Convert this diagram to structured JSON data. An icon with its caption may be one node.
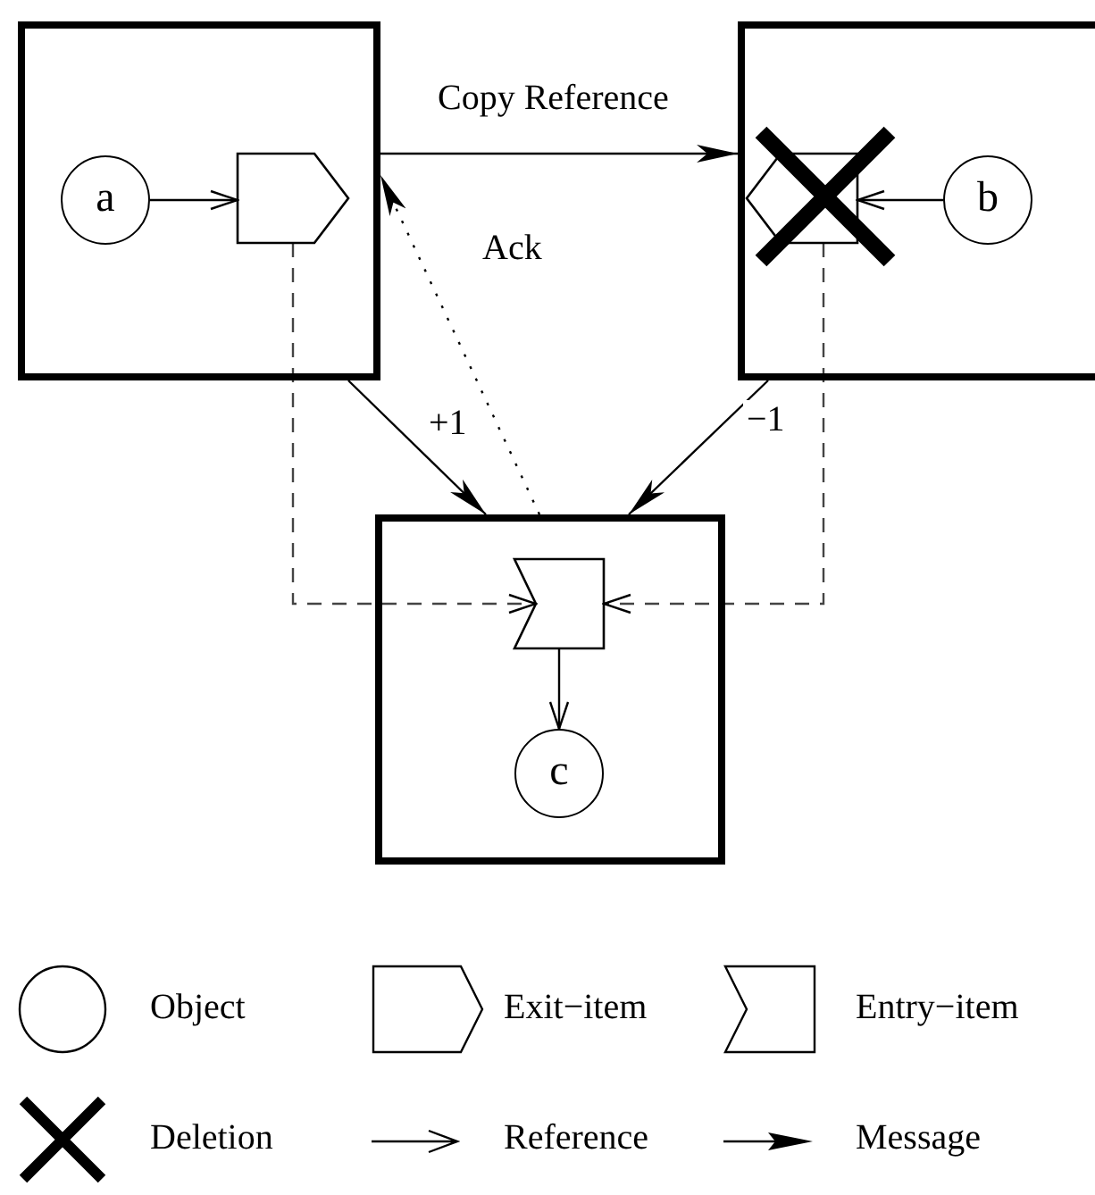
{
  "diagram": {
    "nodes": [
      {
        "text": [],
        "shape": "box"
      },
      {
        "text": [
          "a"
        ],
        "in": 0
      },
      {
        "text": [],
        "shape": "pentagon",
        "in": 0
      },
      {
        "text": [],
        "shape": "box"
      },
      {
        "text": [],
        "shape": "pentagon",
        "in": 3
      },
      {
        "text": [
          "b"
        ],
        "in": 3
      },
      {
        "text": [],
        "shape": "box"
      },
      {
        "text": [],
        "shape": "chevron",
        "in": 6
      },
      {
        "text": [
          "c"
        ],
        "in": 6
      }
    ],
    "edges": [
      {
        "from": 1,
        "to": 2,
        "arrow": "to"
      },
      {
        "from": 5,
        "to": 4,
        "arrow": "to"
      },
      {
        "from": 0,
        "to": 3,
        "arrow": "to",
        "label": "Copy Reference"
      },
      {
        "from": 6,
        "to": 0,
        "arrow": "to",
        "label": "Ack",
        "style": "dashed"
      },
      {
        "from": 0,
        "to": 6,
        "arrow": "to",
        "label": "+1"
      },
      {
        "from": 3,
        "to": 6,
        "arrow": "to",
        "label": "−1"
      },
      {
        "from": 2,
        "to": 7,
        "arrow": "to",
        "style": "dashed"
      },
      {
        "from": 4,
        "to": 7,
        "arrow": "to",
        "style": "dashed"
      },
      {
        "from": 7,
        "to": 8,
        "arrow": "to"
      }
    ],
    "legend": [
      {
        "text": "Object"
      },
      {
        "text": "Exit−item"
      },
      {
        "text": "Entry−item"
      },
      {
        "text": "Deletion"
      },
      {
        "text": "Reference"
      },
      {
        "text": "Message"
      }
    ]
  }
}
